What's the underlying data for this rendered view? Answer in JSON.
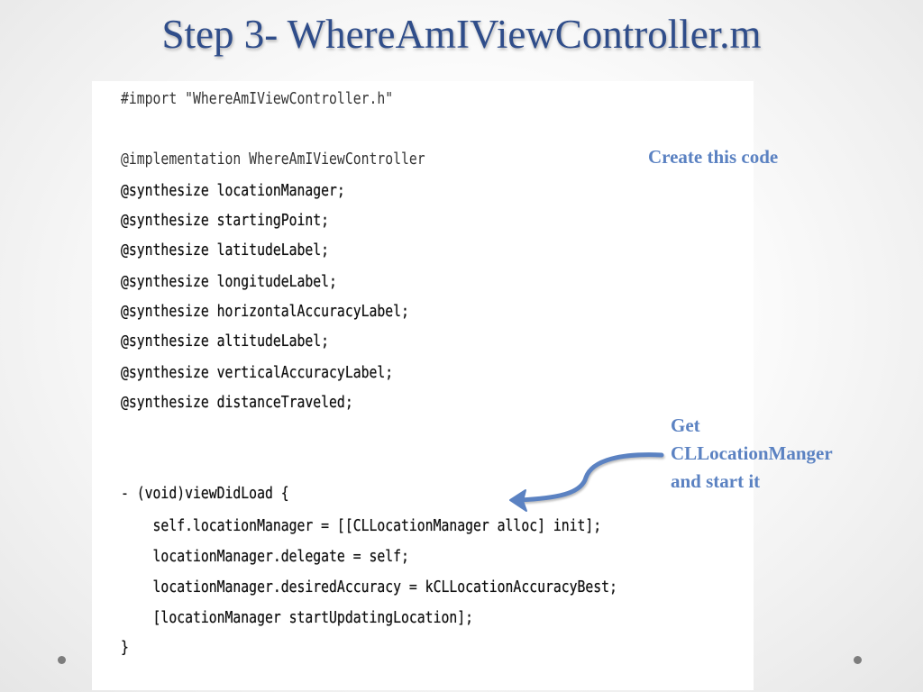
{
  "slide": {
    "title": "Step 3- WhereAmIViewController.m"
  },
  "code": {
    "lines": [
      "#import \"WhereAmIViewController.h\"",
      "@implementation WhereAmIViewController",
      "@synthesize locationManager;",
      "@synthesize startingPoint;",
      "@synthesize latitudeLabel;",
      "@synthesize longitudeLabel;",
      "@synthesize horizontalAccuracyLabel;",
      "@synthesize altitudeLabel;",
      "@synthesize verticalAccuracyLabel;",
      "@synthesize distanceTraveled;",
      "- (void)viewDidLoad {",
      "    self.locationManager = [[CLLocationManager alloc] init];",
      "    locationManager.delegate = self;",
      "    locationManager.desiredAccuracy = kCLLocationAccuracyBest;",
      "    [locationManager startUpdatingLocation];",
      "}"
    ]
  },
  "annotations": {
    "create_note": "Create this code",
    "get_note_lines": [
      "Get",
      "CLLocationManger",
      "and start it"
    ]
  },
  "icons": {
    "arrow": "curved-arrow-icon",
    "dots": "nav-dot-icon"
  },
  "colors": {
    "title": "#2f4d8a",
    "annotation": "#5b82c2",
    "arrow": "#5b82c2",
    "dot": "#7d7d7d"
  }
}
